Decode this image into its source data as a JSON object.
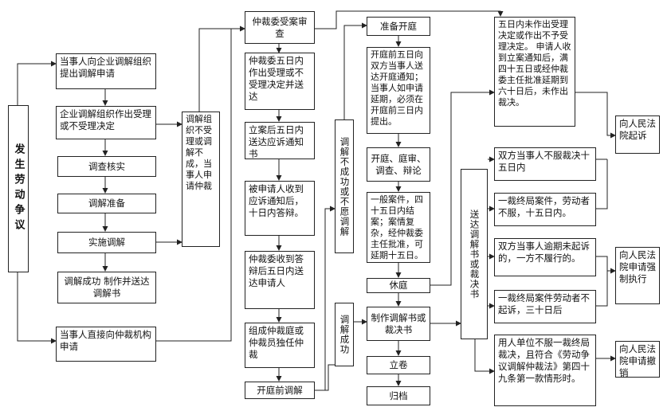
{
  "left_column": {
    "origin": "发生劳动争议",
    "apply_enterprise": "当事人向企业调解组织提出调解申请",
    "accept_decision": "企业调解组织作出受理或不受理决定",
    "investigate": "调查核实",
    "prepare": "调解准备",
    "implement": "实施调解",
    "success": "调解成功 制作并送达调解书",
    "direct_apply": "当事人直接向仲裁机构申请",
    "failure_note": "调解组织不受理或调解不成，当事人申请仲裁"
  },
  "arbitration_column": {
    "accept_review": "仲裁委受案审查",
    "five_day_decision": "仲裁委五日内作出受理或不受理决定并送达",
    "notice_respond": "立案后五日内送达应诉通知书",
    "respondent_reply": "被申请人收到应诉通知后，十日内答辩。",
    "deliver_reply": "仲裁委收到答辩后五日内送达申请人",
    "form_tribunal": "组成仲裁庭或仲裁员独任仲裁",
    "pre_hearing": "开庭前调解"
  },
  "middle_notes": {
    "fail": "调解不成功或不愿调解",
    "success": "调解成功"
  },
  "hearing_column": {
    "prepare_hearing": "准备开庭",
    "five_day_notice": "开庭前五日向双方当事人送达开庭通知；当事人如申请延期，必须在开庭前三日内提出。",
    "hearing": "开庭、庭审、调查、辩论",
    "time_limit": "一般案件，四十五日内结案；案情复杂，经仲裁委主任批准，可延期十五日。",
    "adjourn": "休庭",
    "make_doc": "制作调解书或裁决书",
    "file": "立卷",
    "archive": "归档"
  },
  "delivery": "送达调解书或裁决书",
  "right_column": {
    "no_decision": "五日内未作出受理决定或作出不予受理决定。 申请人收到立案通知后，满四十五日或经仲裁委主任批准延期到六十日后，未作出裁决。",
    "both_dissatisfied": "双方当事人不服裁决十五日内",
    "final_worker": "一裁终局案件，劳动者不服，十五日内。",
    "overdue": "双方当事人逾期未起诉的，一方不履行的。",
    "final_overdue": "一裁终局案件劳动者不起诉，三十日后",
    "employer": "用人单位不服一裁终局裁决，且符合《劳动争议调解仲裁法》第四十九条第一款情形时。",
    "sue": "向人民法院起诉",
    "enforce": "向人民法院申请强制执行",
    "revoke": "向人民法院申请撤销"
  }
}
